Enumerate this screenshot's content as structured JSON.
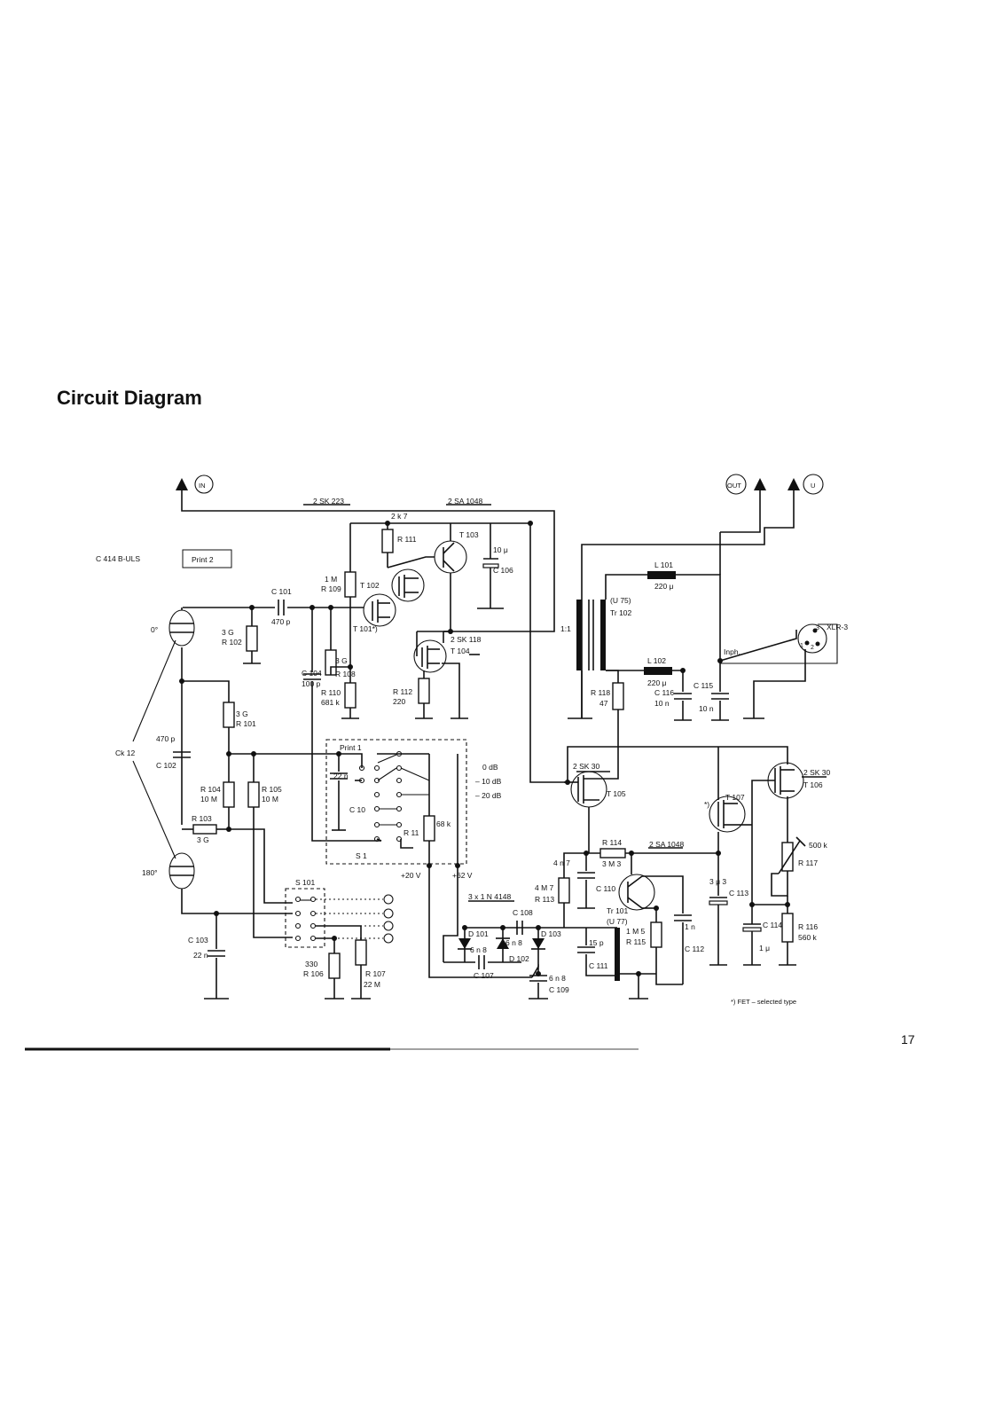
{
  "title": "Circuit Diagram",
  "page_number": "17",
  "model": "C 414 B-ULS",
  "print_box": "Print 2",
  "footnote": "*) FET – selected type",
  "terminals": {
    "in": "IN",
    "out": "OUT",
    "u": "U"
  },
  "transistor_labels": {
    "sk223": "2 SK 223",
    "sa1048_top": "2 SA 1048",
    "sk118": "2 SK 118",
    "t104": "T 104",
    "sk30_a": "2 SK 30",
    "t105": "T 105",
    "sk30_b": "2 SK 30",
    "t106": "T 106",
    "t107": "T 107",
    "sa1048_bot": "2 SA 1048",
    "t101": "T 101*)",
    "t102": "T 102",
    "t103": "T 103",
    "tr101": "Tr 101",
    "u77": "(U 77)",
    "fet_mark": "*)"
  },
  "component_labels": {
    "r2k7": "2 k 7",
    "r111": "R 111",
    "c106_val": "10 μ",
    "c106": "C 106",
    "r109_val": "1 M",
    "r109": "R 109",
    "c101": "C 101",
    "c101_val": "470 p",
    "r102_val": "3 G",
    "r102": "R 102",
    "r108_val": "3 G",
    "r108": "R 108",
    "c104": "C 104",
    "c104_val": "100 p",
    "r110": "R 110",
    "r110_val": "681 k",
    "r112": "R 112",
    "r112_val": "220",
    "deg0": "0°",
    "deg180": "180°",
    "ck12": "Ck 12",
    "c102_val": "470 p",
    "c102": "C 102",
    "r101_val": "3 G",
    "r101": "R 101",
    "r104": "R 104",
    "r104_val": "10 M",
    "r105": "R 105",
    "r105_val": "10 M",
    "r103": "R 103",
    "r103_val": "3 G",
    "c103": "C 103",
    "c103_val": "22 n",
    "s101": "S 101",
    "r106_val": "330",
    "r106": "R 106",
    "r107": "R 107",
    "r107_val": "22 M",
    "print1": "Print 1",
    "c10_val": "22 n",
    "c10": "C 10",
    "r11": "R 11",
    "r68k": "68 k",
    "s1": "S 1",
    "db0": "0 dB",
    "db10": "– 10 dB",
    "db20": "– 20 dB",
    "v20": "+20 V",
    "v62": "+62 V",
    "diodes": "3 x 1 N 4148",
    "d101": "D 101",
    "d102": "D 102",
    "d103": "D 103",
    "c108": "C 108",
    "c108_val": "6 n 8",
    "c107_val": "6 n 8",
    "c107": "C 107",
    "c109_val": "6 n 8",
    "c109": "C 109",
    "r113_val": "4 M 7",
    "r113": "R 113",
    "c110_val": "4 n 7",
    "c110": "C 110",
    "r114": "R 114",
    "r114_val": "3 M 3",
    "c111_val": "15 p",
    "c111": "C 111",
    "r115_val": "1 M 5",
    "r115": "R 115",
    "c112_val": "1 n",
    "c112": "C 112",
    "c113_val": "3 μ 3",
    "c113": "C 113",
    "c114": "C 114",
    "c114_val": "1 μ",
    "r117_val": "500 k",
    "r117": "R 117",
    "r116": "R 116",
    "r116_val": "560 k",
    "ratio": "1:1",
    "u75": "(U 75)",
    "tr102": "Tr 102",
    "l101": "L 101",
    "l101_val": "220 μ",
    "l102": "L 102",
    "l102_val": "220 μ",
    "c116": "C 116",
    "c116_val": "10 n",
    "c115": "C 115",
    "c115_val": "10 n",
    "r118": "R 118",
    "r118_val": "47",
    "inph": "Inph.",
    "xlr": "XLR-3",
    "pin3": "3",
    "pin1": "1",
    "pin2": "2"
  }
}
